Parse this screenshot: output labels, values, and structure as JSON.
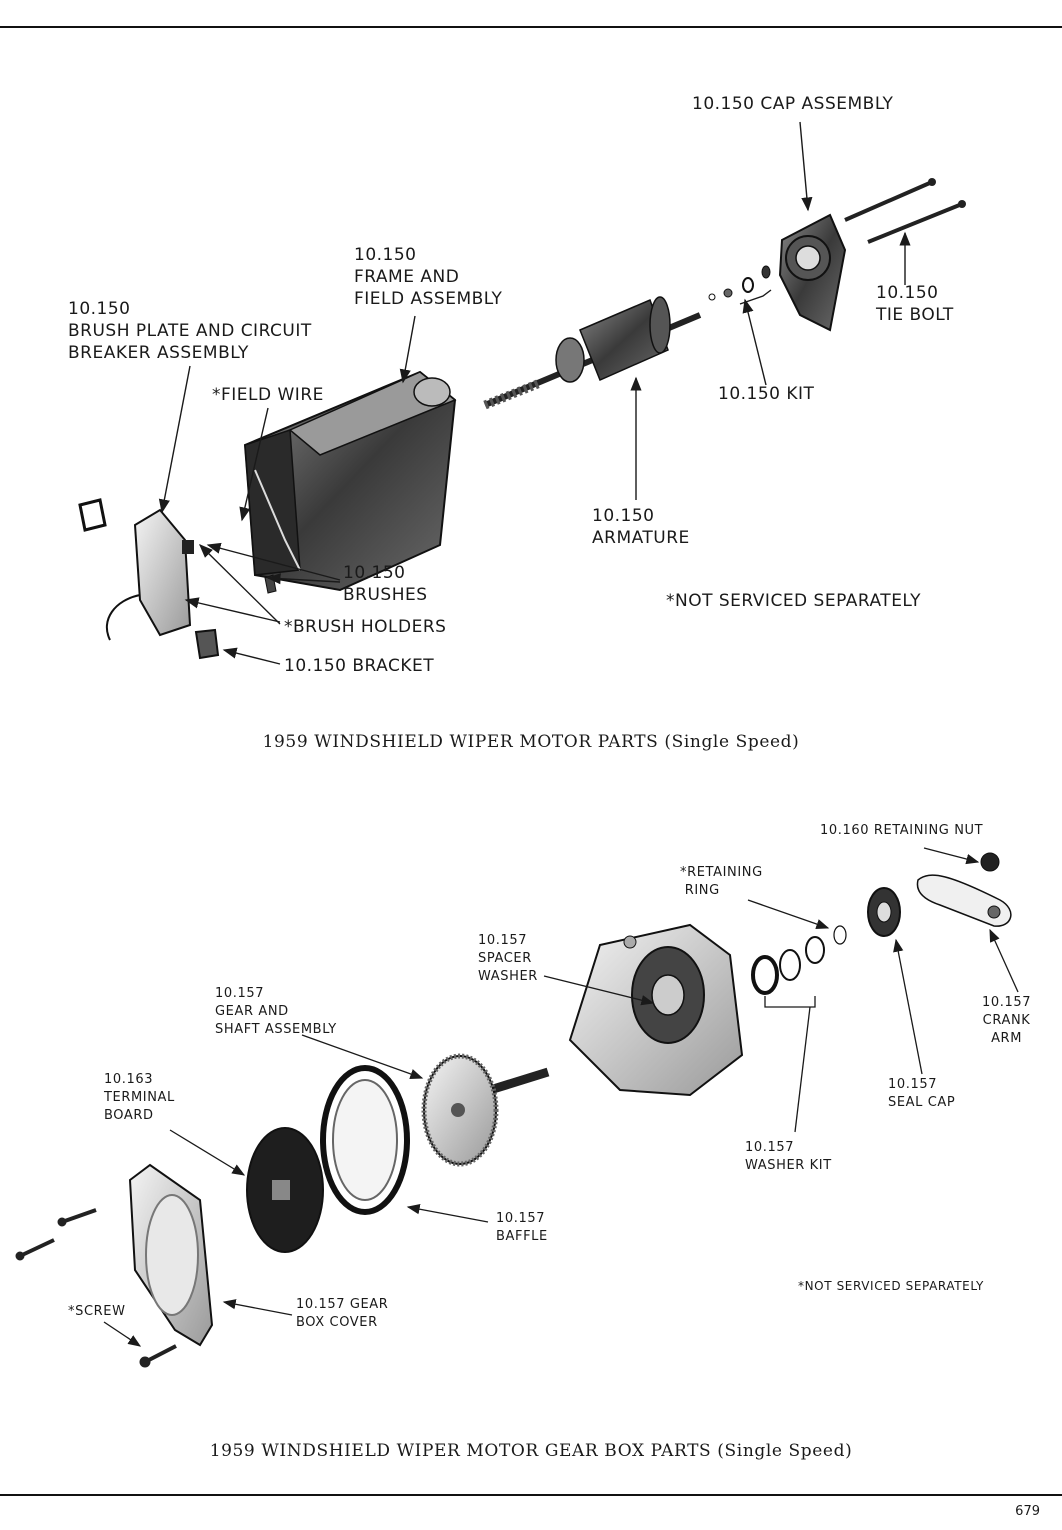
{
  "diagram1": {
    "caption": "1959 WINDSHIELD WIPER MOTOR PARTS (Single Speed)",
    "labels": {
      "cap_assembly": "10.150 CAP ASSEMBLY",
      "frame_field": "10.150\nFRAME AND\nFIELD ASSEMBLY",
      "brush_plate": "10.150\nBRUSH PLATE AND CIRCUIT\nBREAKER ASSEMBLY",
      "field_wire": "*FIELD WIRE",
      "tie_bolt": "10.150\nTIE BOLT",
      "kit": "10.150 KIT",
      "armature": "10.150\nARMATURE",
      "brushes": "10.150\nBRUSHES",
      "brush_holders": "*BRUSH HOLDERS",
      "bracket": "10.150 BRACKET",
      "note": "*NOT SERVICED SEPARATELY"
    }
  },
  "diagram2": {
    "caption": "1959 WINDSHIELD WIPER MOTOR GEAR BOX PARTS (Single Speed)",
    "labels": {
      "retaining_nut": "10.160 RETAINING NUT",
      "retaining_ring": "*RETAINING\n RING",
      "spacer_washer": "10.157\nSPACER\nWASHER",
      "gear_shaft": "10.157\nGEAR AND\nSHAFT ASSEMBLY",
      "terminal_board": "10.163\nTERMINAL\nBOARD",
      "crank_arm": "10.157\nCRANK\nARM",
      "seal_cap": "10.157\nSEAL CAP",
      "washer_kit": "10.157\nWASHER KIT",
      "baffle": "10.157\nBAFFLE",
      "note": "*NOT SERVICED SEPARATELY",
      "screw": "*SCREW",
      "gear_box_cover": "10.157 GEAR\nBOX COVER"
    }
  },
  "page_number": "679"
}
